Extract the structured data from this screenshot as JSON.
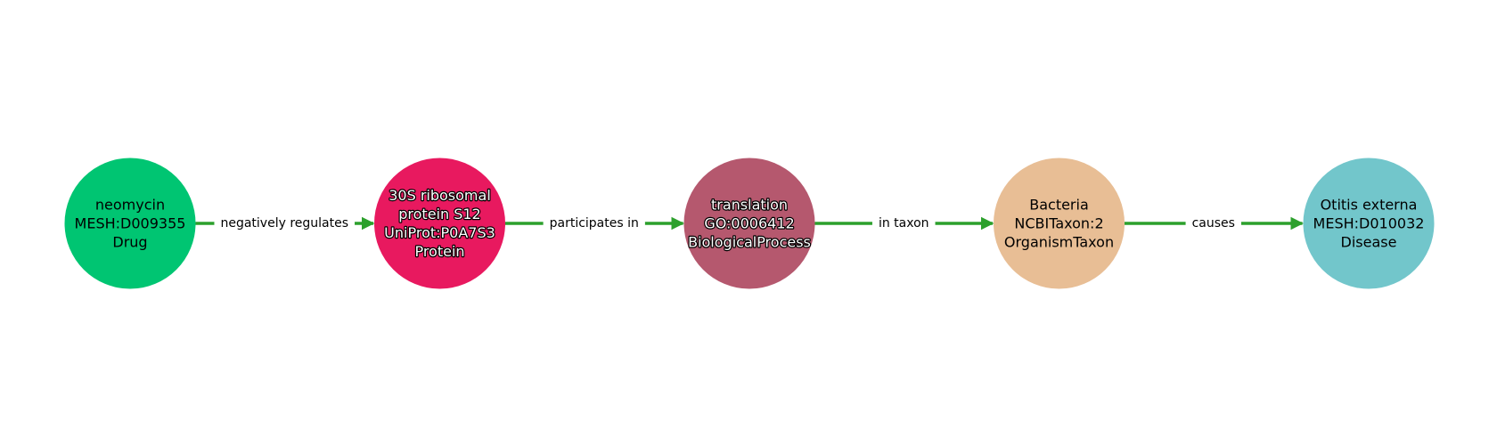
{
  "diagram": {
    "edge_color": "#2ca02c",
    "nodes": [
      {
        "id": "neomycin",
        "lines": [
          "neomycin",
          "MESH:D009355",
          "Drug"
        ],
        "color": "#00c572",
        "text_style": "dark"
      },
      {
        "id": "rps12",
        "lines": [
          "30S ribosomal",
          "protein S12",
          "UniProt:P0A7S3",
          "Protein"
        ],
        "color": "#e8195f",
        "text_style": "light"
      },
      {
        "id": "translation",
        "lines": [
          "translation",
          "GO:0006412",
          "BiologicalProcess"
        ],
        "color": "#b5586e",
        "text_style": "light"
      },
      {
        "id": "bacteria",
        "lines": [
          "Bacteria",
          "NCBITaxon:2",
          "OrganismTaxon"
        ],
        "color": "#e8be95",
        "text_style": "dark"
      },
      {
        "id": "otitis",
        "lines": [
          "Otitis externa",
          "MESH:D010032",
          "Disease"
        ],
        "color": "#72c6cb",
        "text_style": "dark"
      }
    ],
    "edges": [
      {
        "from": "neomycin",
        "to": "rps12",
        "label": "negatively regulates"
      },
      {
        "from": "rps12",
        "to": "translation",
        "label": "participates in"
      },
      {
        "from": "translation",
        "to": "bacteria",
        "label": "in taxon"
      },
      {
        "from": "bacteria",
        "to": "otitis",
        "label": "causes"
      }
    ]
  }
}
